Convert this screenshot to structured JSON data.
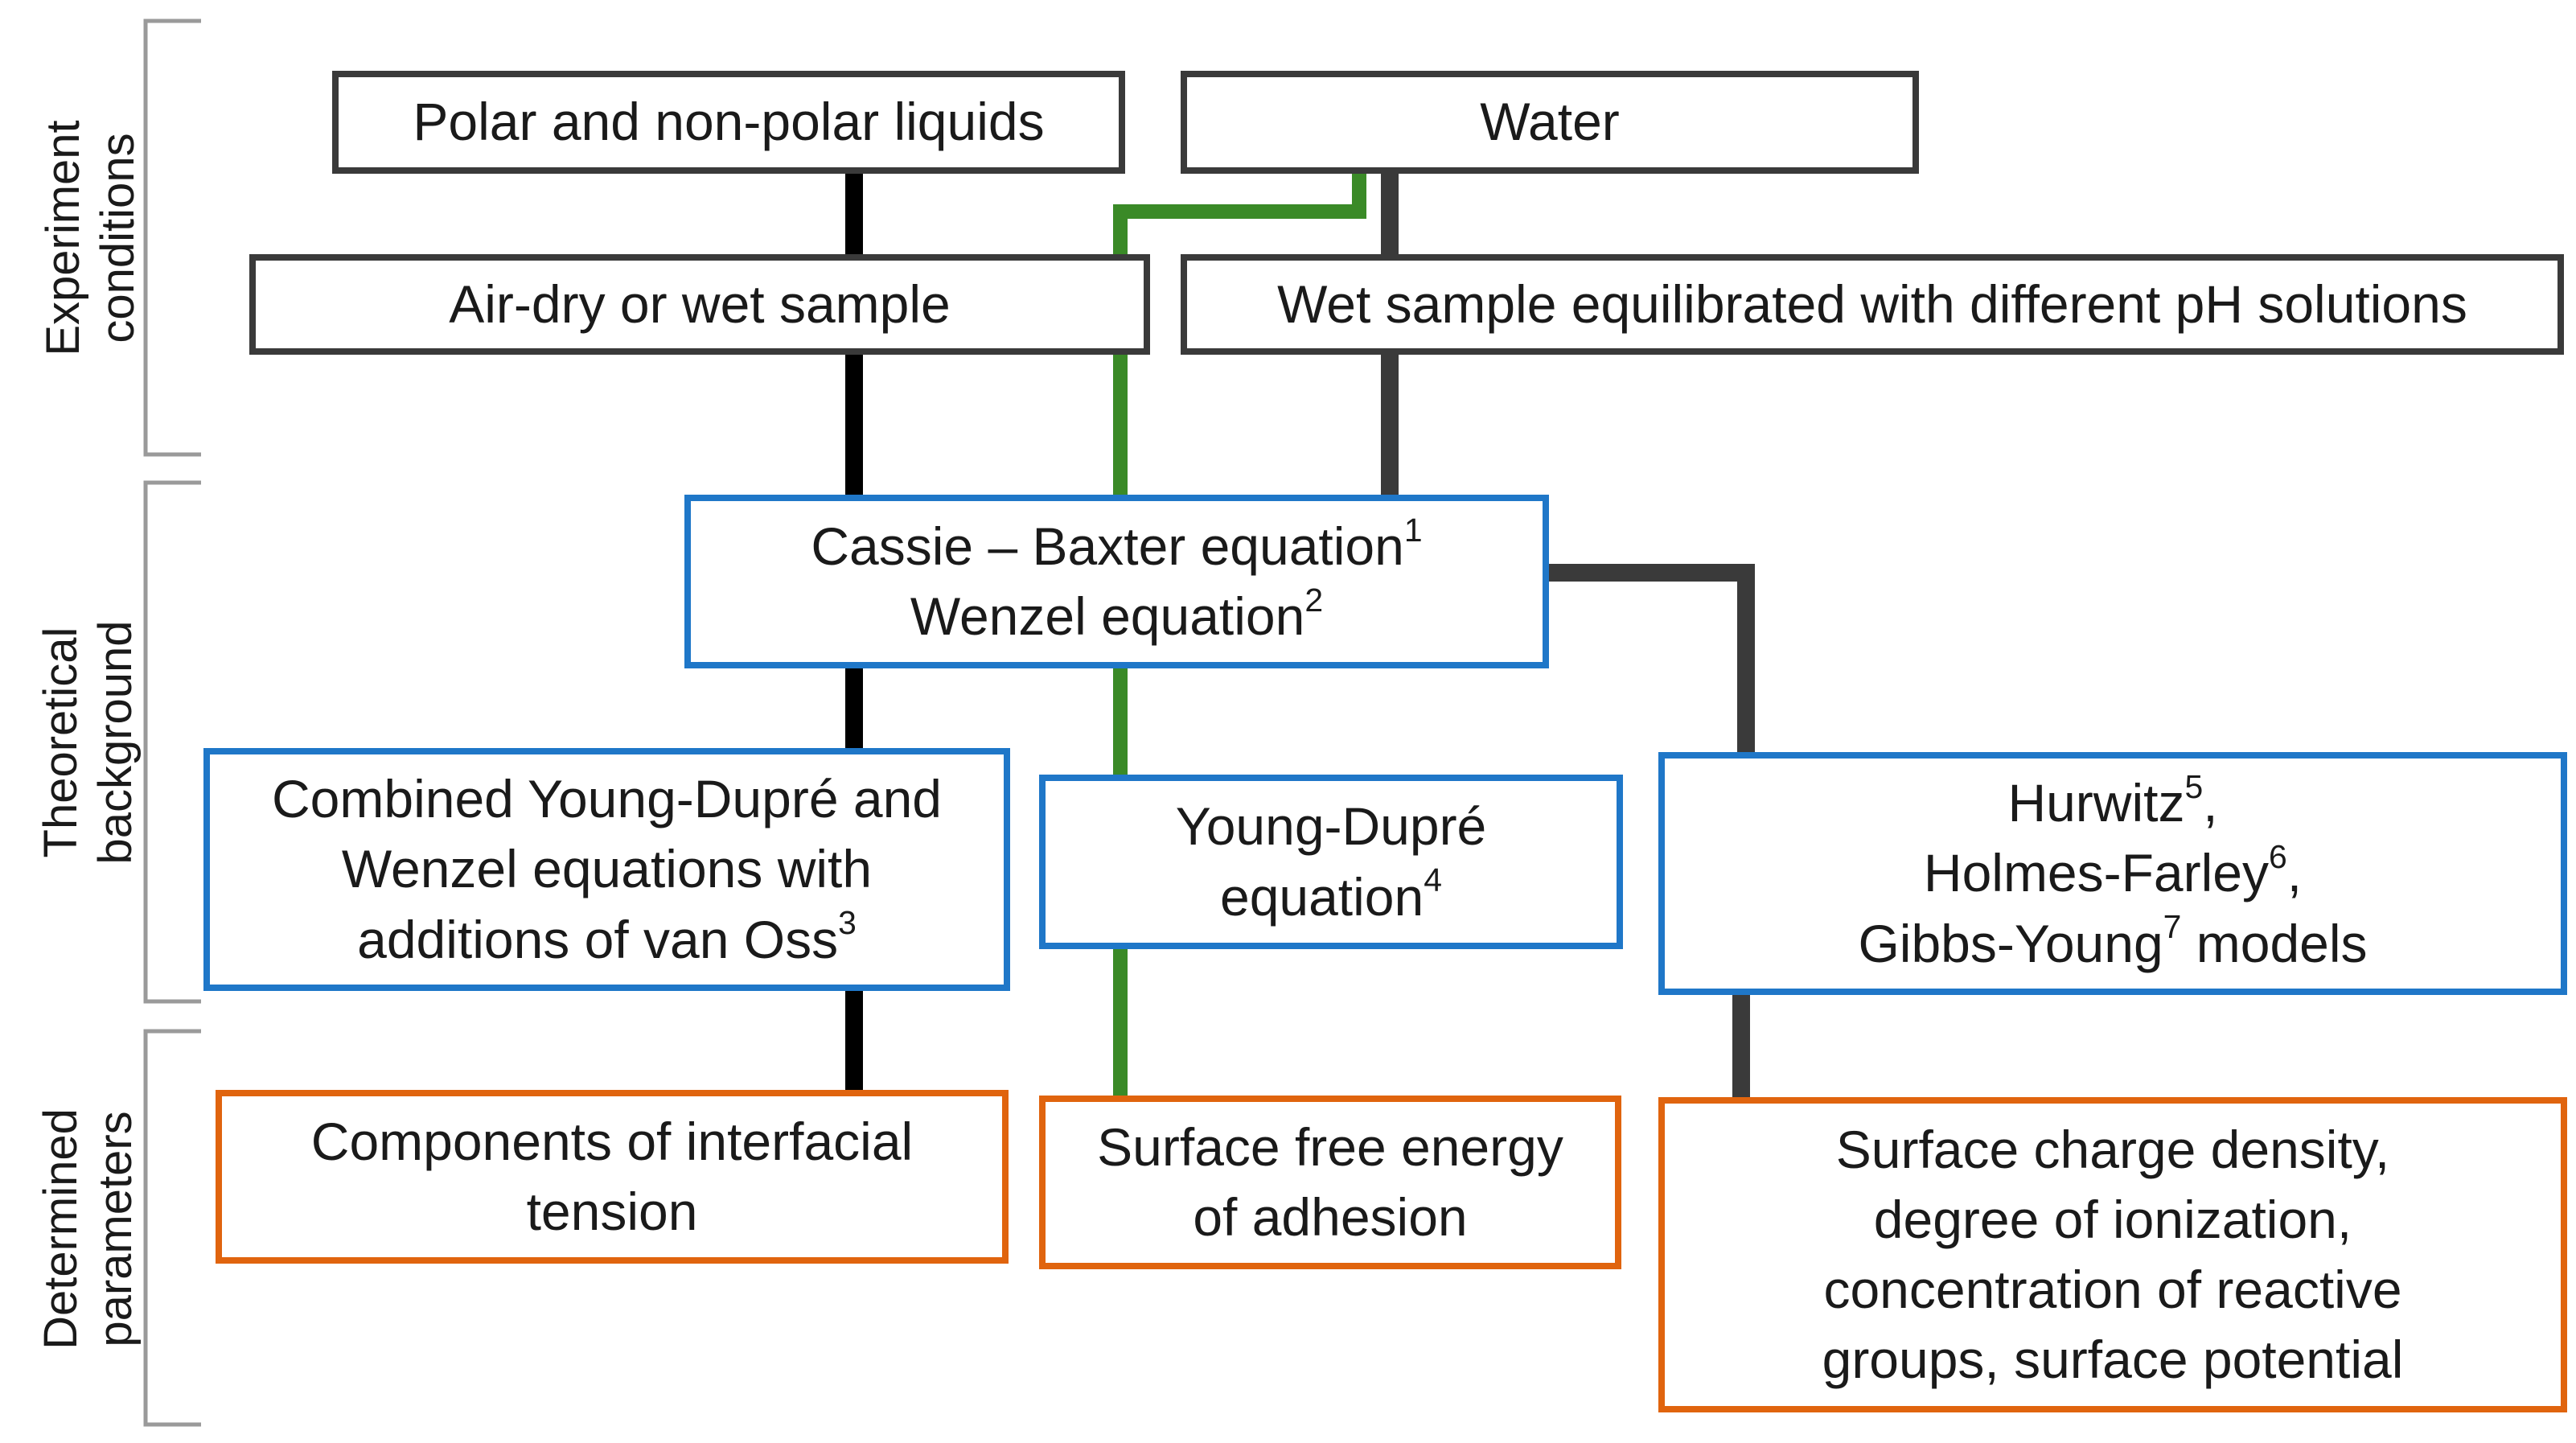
{
  "sections": [
    {
      "id": "experiment",
      "lines": [
        "Experiment",
        "conditions"
      ]
    },
    {
      "id": "theory",
      "lines": [
        "Theoretical",
        "background"
      ]
    },
    {
      "id": "params",
      "lines": [
        "Determined",
        "parameters"
      ]
    }
  ],
  "boxes": {
    "polar_liquids": {
      "text": "Polar and non-polar liquids"
    },
    "water": {
      "text": "Water"
    },
    "air_dry": {
      "text": "Air-dry or wet sample"
    },
    "wet_ph": {
      "text": "Wet sample equilibrated with different pH solutions"
    },
    "cassie": {
      "line1": "Cassie – Baxter equation",
      "line1_sup": "1",
      "line2": "Wenzel equation",
      "line2_sup": "2"
    },
    "combined": {
      "line1": "Combined Young-Dupré and",
      "line2": "Wenzel equations with",
      "line3": "additions of van Oss",
      "line3_sup": "3"
    },
    "young": {
      "line1": "Young-Dupré",
      "line2": "equation",
      "line2_sup": "4"
    },
    "hurwitz": {
      "line1": "Hurwitz",
      "line1_sup": "5",
      "line1_after": ",",
      "line2": "Holmes-Farley",
      "line2_sup": "6",
      "line2_after": ",",
      "line3": "Gibbs-Young",
      "line3_sup": "7",
      "line3_after": " models"
    },
    "interfacial": {
      "line1": "Components of interfacial",
      "line2": "tension"
    },
    "adhesion": {
      "line1": "Surface free energy",
      "line2": "of adhesion"
    },
    "charge": {
      "line1": "Surface charge density,",
      "line2": "degree of ionization,",
      "line3": "concentration of reactive",
      "line4": "groups, surface potential"
    }
  },
  "colors": {
    "path_black": "#000000",
    "path_green": "#3a8a27",
    "path_dark": "#3a3a3a",
    "border_dark": "#3a3a3a",
    "border_blue": "#1f77c8",
    "border_orange": "#e0640e",
    "bracket": "#9a9a9a"
  }
}
